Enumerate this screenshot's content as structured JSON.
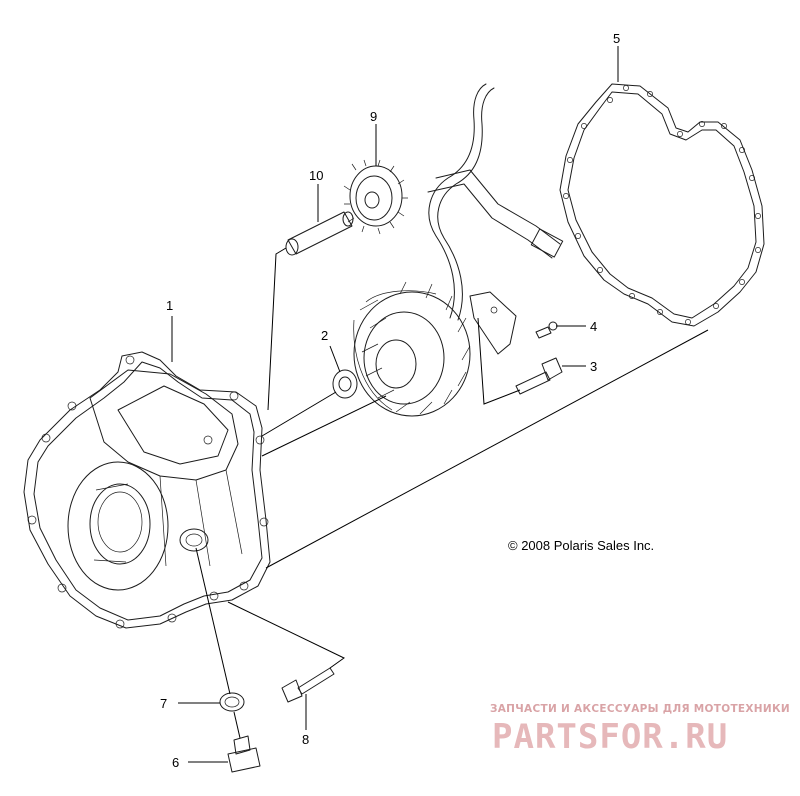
{
  "callouts": [
    {
      "id": "1",
      "label": "1"
    },
    {
      "id": "2",
      "label": "2"
    },
    {
      "id": "3",
      "label": "3"
    },
    {
      "id": "4",
      "label": "4"
    },
    {
      "id": "5",
      "label": "5"
    },
    {
      "id": "6",
      "label": "6"
    },
    {
      "id": "7",
      "label": "7"
    },
    {
      "id": "8",
      "label": "8"
    },
    {
      "id": "9",
      "label": "9"
    },
    {
      "id": "10",
      "label": "10"
    }
  ],
  "copyright": "© 2008 Polaris Sales Inc.",
  "watermark": {
    "tagline": "ЗАПЧАСТИ И АКСЕССУАРЫ ДЛЯ МОТОТЕХНИКИ",
    "logo": "PARTSFOR.RU",
    "color": "#e6b8ba"
  }
}
